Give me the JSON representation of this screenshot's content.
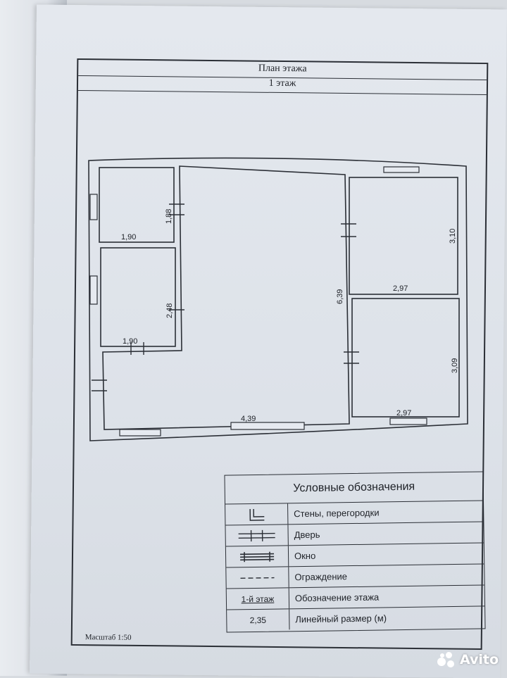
{
  "header": {
    "title": "План этажа",
    "floor": "1 этаж"
  },
  "dimensions": {
    "room1_width": "1,90",
    "room1_height": "1,88",
    "room2_width": "1,90",
    "room2_height": "2,48",
    "hall_width": "4,39",
    "hall_height": "6,39",
    "room3_width": "2,97",
    "room3_height": "3,10",
    "room4_width": "2,97",
    "room4_height": "3,09"
  },
  "legend": {
    "title": "Условные обозначения",
    "rows": [
      {
        "symbol": "",
        "label": "Стены,  перегородки"
      },
      {
        "symbol": "",
        "label": "Дверь"
      },
      {
        "symbol": "",
        "label": "Окно"
      },
      {
        "symbol": "",
        "label": "Ограждение"
      },
      {
        "symbol": "1-й этаж",
        "label": "Обозначение этажа"
      },
      {
        "symbol": "2,35",
        "label": "Линейный размер (м)"
      }
    ]
  },
  "scale": "Масштаб 1:50",
  "watermark": "Avito"
}
